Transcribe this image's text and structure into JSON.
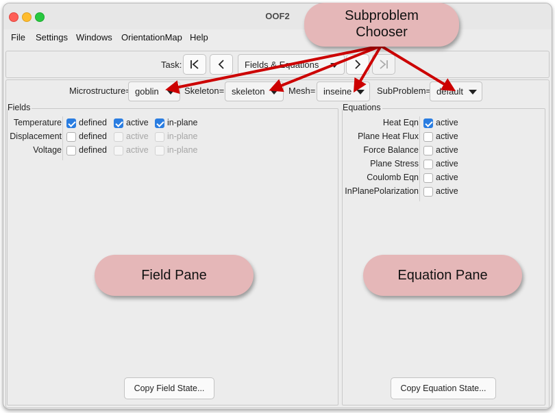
{
  "window": {
    "title": "OOF2"
  },
  "menubar": [
    "File",
    "Settings",
    "Windows",
    "OrientationMap",
    "Help"
  ],
  "task": {
    "label": "Task:",
    "value": "Fields & Equations"
  },
  "chooser": {
    "microstructure_label": "Microstructure=",
    "microstructure_value": "goblin",
    "skeleton_label": "Skeleton=",
    "skeleton_value": "skeleton",
    "mesh_label": "Mesh=",
    "mesh_value": "inseine",
    "subproblem_label": "SubProblem=",
    "subproblem_value": "default"
  },
  "fields": {
    "title": "Fields",
    "rows": [
      {
        "name": "Temperature",
        "defined": {
          "label": "defined",
          "checked": true,
          "enabled": true
        },
        "active": {
          "label": "active",
          "checked": true,
          "enabled": true
        },
        "inplane": {
          "label": "in-plane",
          "checked": true,
          "enabled": true
        }
      },
      {
        "name": "Displacement",
        "defined": {
          "label": "defined",
          "checked": false,
          "enabled": true
        },
        "active": {
          "label": "active",
          "checked": false,
          "enabled": false
        },
        "inplane": {
          "label": "in-plane",
          "checked": false,
          "enabled": false
        }
      },
      {
        "name": "Voltage",
        "defined": {
          "label": "defined",
          "checked": false,
          "enabled": true
        },
        "active": {
          "label": "active",
          "checked": false,
          "enabled": false
        },
        "inplane": {
          "label": "in-plane",
          "checked": false,
          "enabled": false
        }
      }
    ],
    "copy_button": "Copy Field State..."
  },
  "equations": {
    "title": "Equations",
    "rows": [
      {
        "name": "Heat Eqn",
        "label": "active",
        "checked": true
      },
      {
        "name": "Plane Heat Flux",
        "label": "active",
        "checked": false
      },
      {
        "name": "Force Balance",
        "label": "active",
        "checked": false
      },
      {
        "name": "Plane Stress",
        "label": "active",
        "checked": false
      },
      {
        "name": "Coulomb Eqn",
        "label": "active",
        "checked": false
      },
      {
        "name": "InPlanePolarization",
        "label": "active",
        "checked": false
      }
    ],
    "copy_button": "Copy Equation State..."
  },
  "annotations": {
    "subproblem_chooser": [
      "Subproblem",
      "Chooser"
    ],
    "field_pane": "Field Pane",
    "equation_pane": "Equation Pane",
    "pill_color": "#e5b7b8",
    "arrow_color": "#cc0000"
  },
  "colors": {
    "checkbox_checked": "#2a7de1",
    "window_bg": "#ececec"
  }
}
